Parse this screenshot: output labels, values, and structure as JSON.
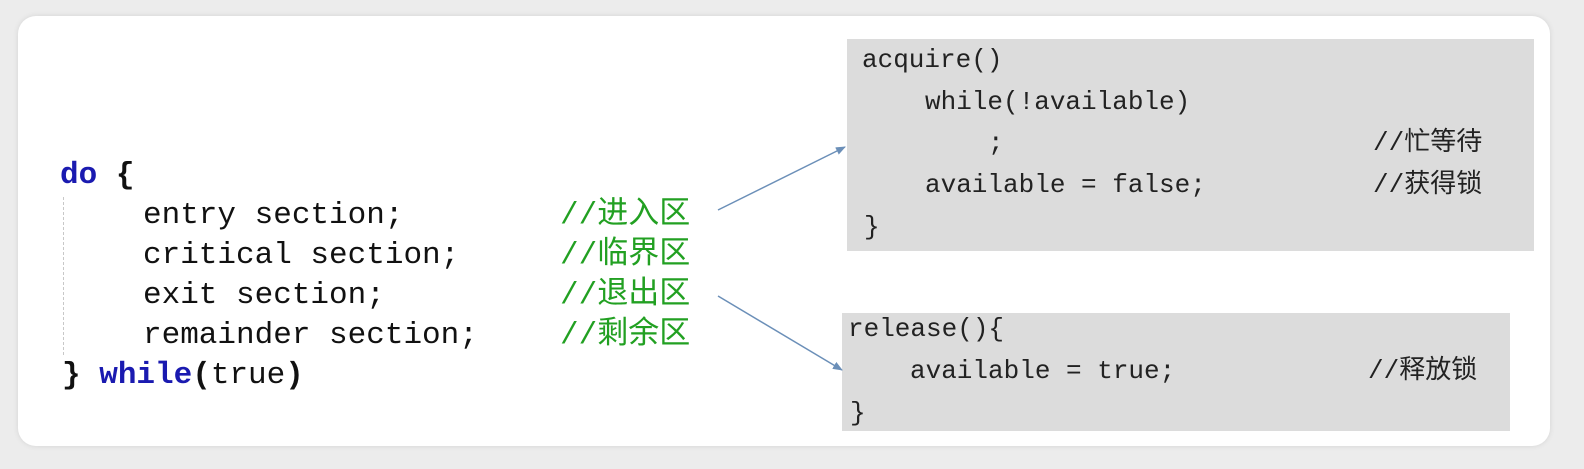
{
  "loop": {
    "do_keyword": "do",
    "open_brace": "{",
    "lines": [
      {
        "code": "entry section;",
        "comment": "//进入区"
      },
      {
        "code": "critical section;",
        "comment": "//临界区"
      },
      {
        "code": "exit section;",
        "comment": "//退出区"
      },
      {
        "code": "remainder section;",
        "comment": "//剩余区"
      }
    ],
    "close_brace": "}",
    "while_keyword": "while",
    "while_open": "(",
    "condition": "true",
    "while_close": ")"
  },
  "acquire": {
    "header": "acquire()",
    "while_line": "while(!available)",
    "empty_statement": ";",
    "wait_comment": "//忙等待",
    "assign_line": "available = false;",
    "assign_comment": "//获得锁",
    "close": "}"
  },
  "release": {
    "header": "release(){",
    "assign_line": "available = true;",
    "assign_comment": "//释放锁",
    "close": "}"
  },
  "colors": {
    "keyword": "#1a1ab0",
    "comment": "#22a022",
    "box_fill": "#dcdcdc",
    "arrow": "#6b8fb8"
  }
}
